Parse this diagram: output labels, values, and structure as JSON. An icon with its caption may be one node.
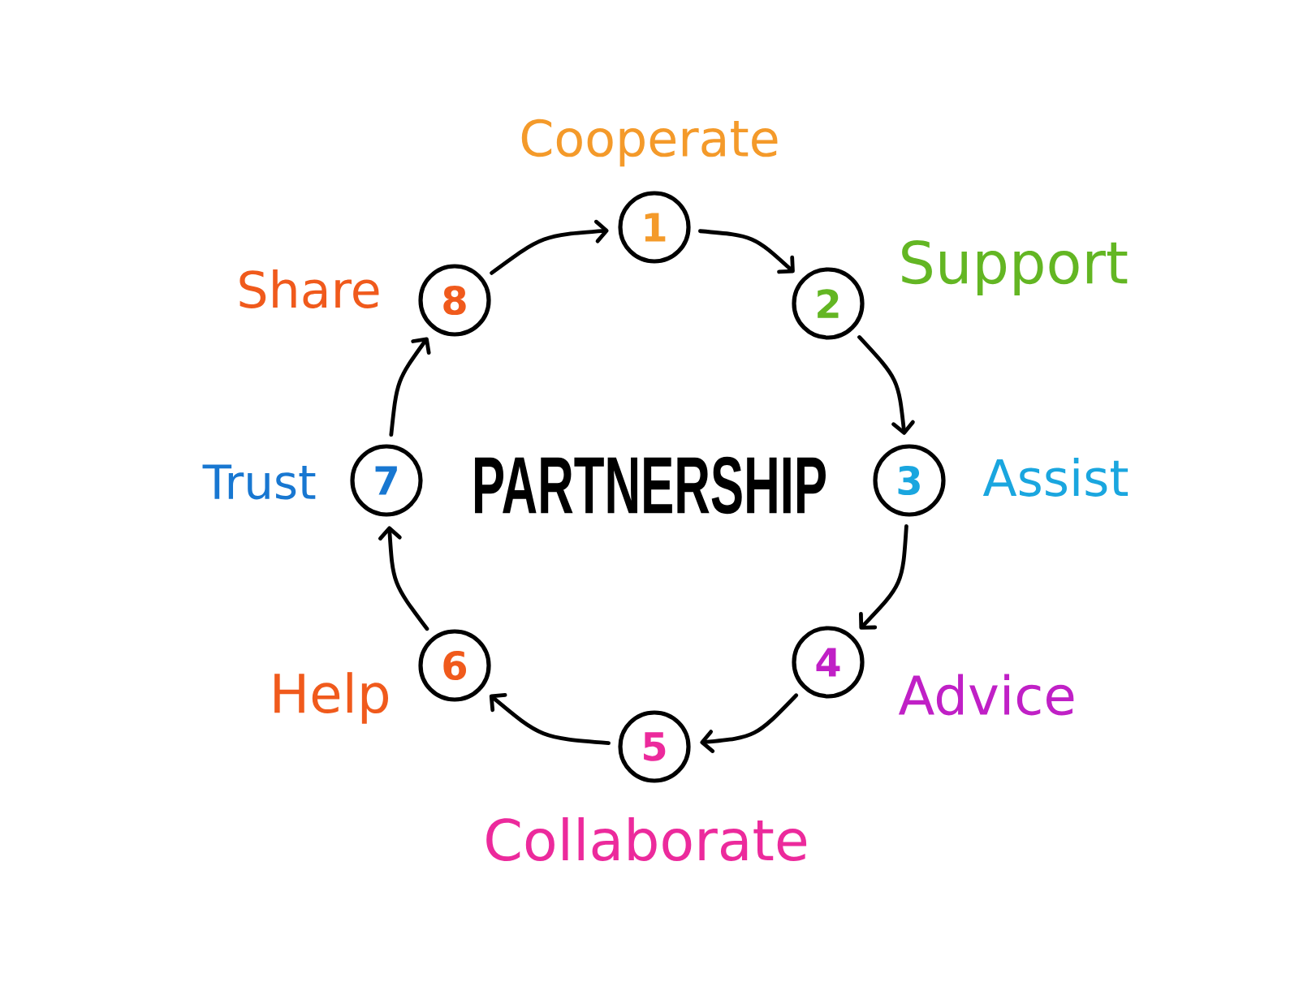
{
  "diagram": {
    "title": "PARTNERSHIP",
    "nodes": [
      {
        "text": [
          "1"
        ],
        "beside": [
          "Cooperate"
        ]
      },
      {
        "text": [
          "2"
        ],
        "beside": [
          "Support"
        ]
      },
      {
        "text": [
          "3"
        ],
        "beside": [
          "Assist"
        ]
      },
      {
        "text": [
          "4"
        ],
        "beside": [
          "Advice"
        ]
      },
      {
        "text": [
          "5"
        ],
        "beside": [
          "Collaborate"
        ]
      },
      {
        "text": [
          "6"
        ],
        "beside": [
          "Help"
        ]
      },
      {
        "text": [
          "7"
        ],
        "beside": [
          "Trust"
        ]
      },
      {
        "text": [
          "8"
        ],
        "beside": [
          "Share"
        ]
      }
    ],
    "edges": [
      {
        "from": 0,
        "to": 1,
        "arrow": "to"
      },
      {
        "from": 1,
        "to": 2,
        "arrow": "to"
      },
      {
        "from": 2,
        "to": 3,
        "arrow": "to"
      },
      {
        "from": 3,
        "to": 4,
        "arrow": "to"
      },
      {
        "from": 4,
        "to": 5,
        "arrow": "to"
      },
      {
        "from": 5,
        "to": 6,
        "arrow": "to"
      },
      {
        "from": 6,
        "to": 7,
        "arrow": "to"
      },
      {
        "from": 7,
        "to": 0,
        "arrow": "to"
      }
    ]
  }
}
